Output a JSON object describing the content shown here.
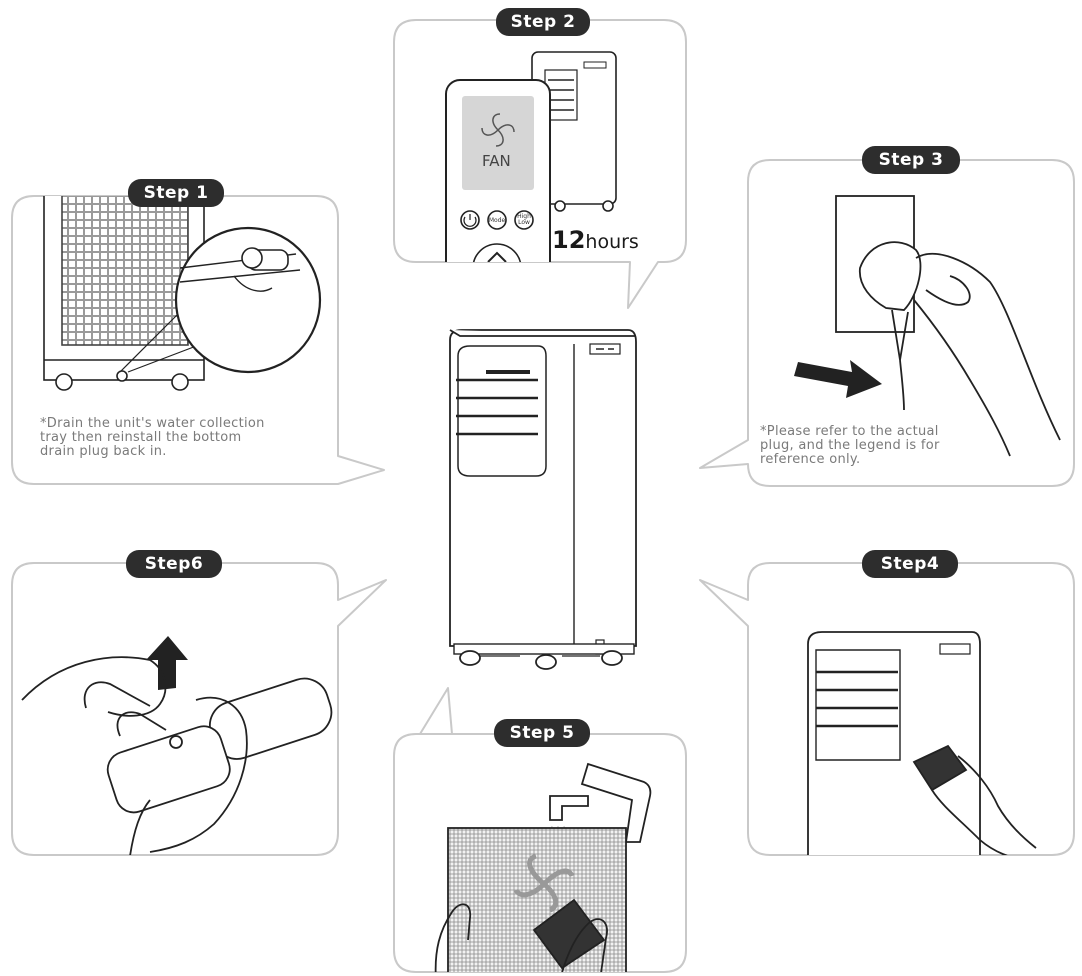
{
  "steps": {
    "step1": {
      "label": "Step 1",
      "note": [
        "*Drain the unit's water collection",
        "tray then reinstall the bottom",
        "drain plug back in."
      ]
    },
    "step2": {
      "label": "Step 2",
      "screen_text": "FAN",
      "button_labels": [
        "Mode",
        "High Low"
      ],
      "duration_value": "12",
      "duration_unit": "hours"
    },
    "step3": {
      "label": "Step 3",
      "note": [
        "*Please refer to the actual",
        "plug, and the legend is for",
        "reference only."
      ]
    },
    "step4": {
      "label": "Step4"
    },
    "step5": {
      "label": "Step 5"
    },
    "step6": {
      "label": "Step6"
    }
  },
  "icons": [
    "power-icon",
    "fan-icon",
    "arrow-up-icon",
    "arrow-right-icon",
    "chevron-up-icon"
  ],
  "colors": {
    "label_bg": "#2d2d2d",
    "outline": "#c9c9c9",
    "line_art": "#222222",
    "note_text": "#7a7a7a"
  }
}
